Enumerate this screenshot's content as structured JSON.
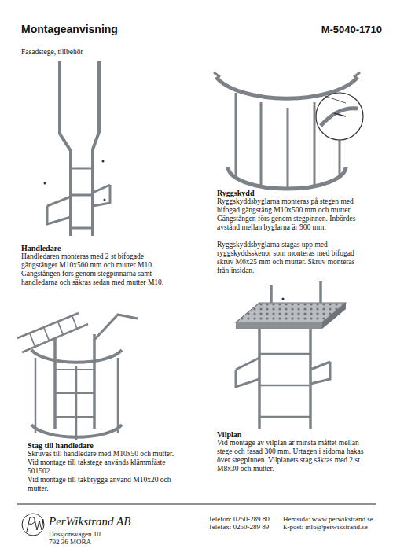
{
  "diagram": {
    "title": "Montageanvisning",
    "labels": [
      "M-5040-1710",
      "Fasadstege, tillbehör",
      "Handledare",
      "Handledaren monteras med 2 st bifogade gängstänger M10x560 mm och mutter M10.",
      "Gängstången förs genom stegpinnarna samt handledarna och säkras sedan med mutter M10.",
      "Ryggskydd",
      "Ryggskyddsbyglarna monteras på stegen med bifogad gängstång M10x500 mm och mutter. Gängstången förs genom stegpinnen. Inbördes avstånd mellan byglarna är 900 mm.",
      "Ryggskyddsbyglarna stagas upp med ryggskyddsskenor som monteras med bifogad skruv M6x25 mm och mutter. Skruv monteras från insidan.",
      "Stag till handledare",
      "Skruvas till handledare med M10x50 och mutter. Vid montage till takstege används klämmfäste 501502.",
      "Vid montage till takbrygga använd M10x20 och mutter.",
      "Vilplan",
      "Vid montage av vilplan är minsta måttet mellan stege och fasad 300 mm. Urtagen i sidorna hakas över stegpinnen. Vilplanets stag säkras med 2 st M8x30 och mutter.",
      "PerWikstrand AB",
      "Dössjonsvägen 10",
      "792 36 MORA",
      "Telefon: 0250-289 80",
      "Telefax: 0250-289 89",
      "Hemsida: www.perwikstrand.se",
      "E-post: info@perwikstrand.se"
    ]
  }
}
